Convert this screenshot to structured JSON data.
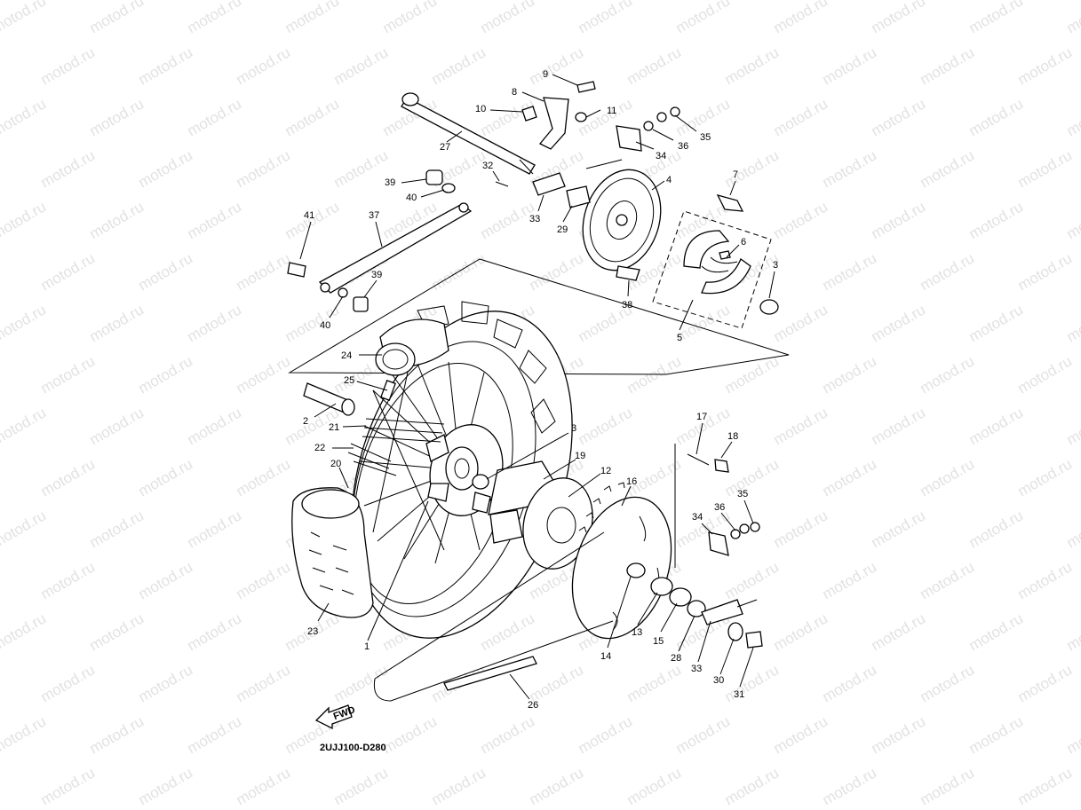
{
  "watermark": "motod.ru",
  "diagram_code": "2UJJ100-D280",
  "fwd_label": "FWD",
  "callouts": [
    "1",
    "2",
    "3",
    "3",
    "4",
    "5",
    "6",
    "7",
    "8",
    "9",
    "10",
    "11",
    "12",
    "13",
    "14",
    "15",
    "16",
    "17",
    "18",
    "19",
    "20",
    "21",
    "22",
    "23",
    "24",
    "25",
    "26",
    "27",
    "28",
    "29",
    "30",
    "31",
    "32",
    "33",
    "33",
    "34",
    "34",
    "35",
    "35",
    "36",
    "36",
    "37",
    "38",
    "39",
    "39",
    "40",
    "40",
    "41"
  ]
}
